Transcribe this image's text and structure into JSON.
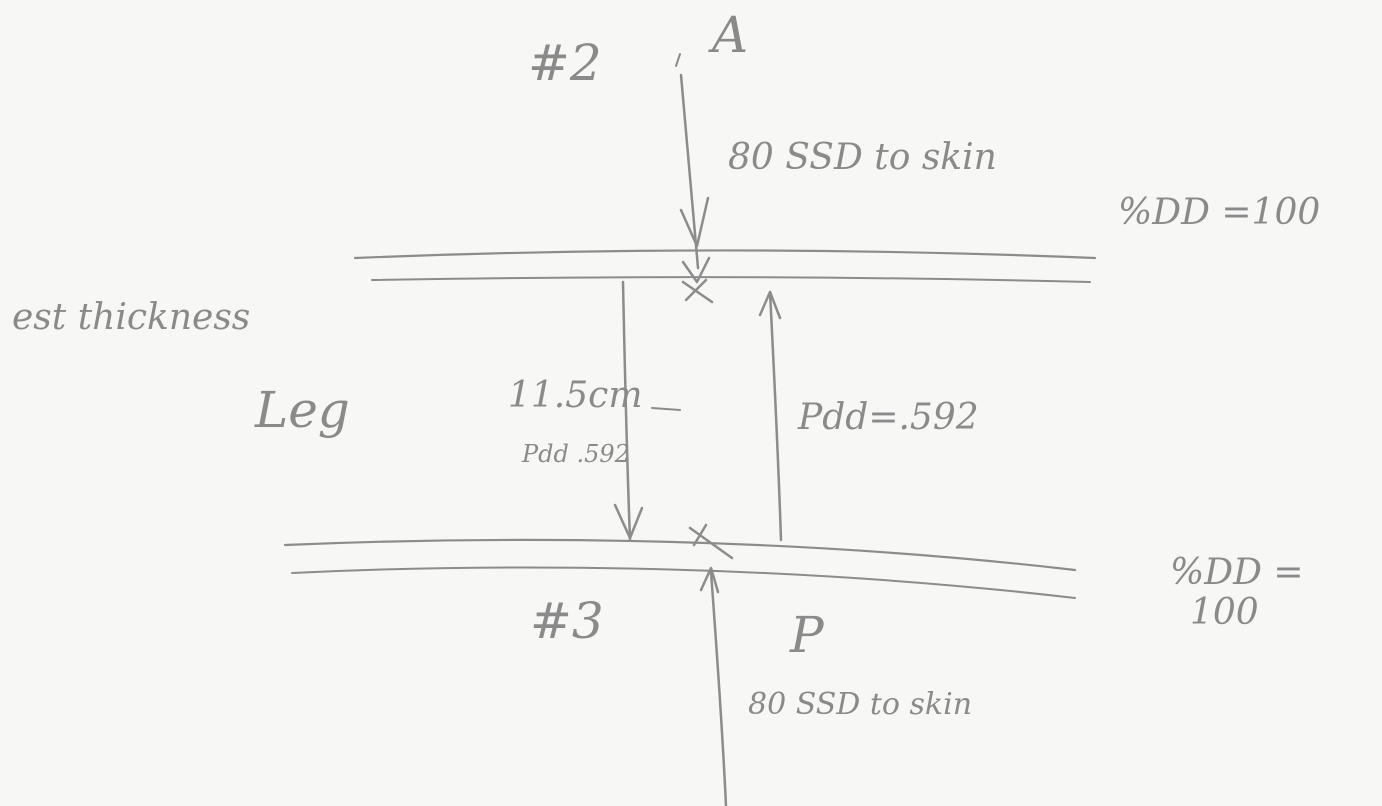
{
  "labels": {
    "beam_top_id": "#2",
    "beam_top_dir": "A",
    "beam_top_ssd": "80 SSD to skin",
    "top_pdd": "%DD =100",
    "est_thickness": "est thickness",
    "region": "Leg",
    "thickness_value": "11.5cm",
    "pdd_left": "Pdd .592",
    "pdd_right": "Pdd=.592",
    "bottom_pdd_line1": "%DD =",
    "bottom_pdd_line2": "100",
    "beam_bottom_id": "#3",
    "beam_bottom_dir": "P",
    "beam_bottom_ssd": "80 SSD to skin"
  }
}
